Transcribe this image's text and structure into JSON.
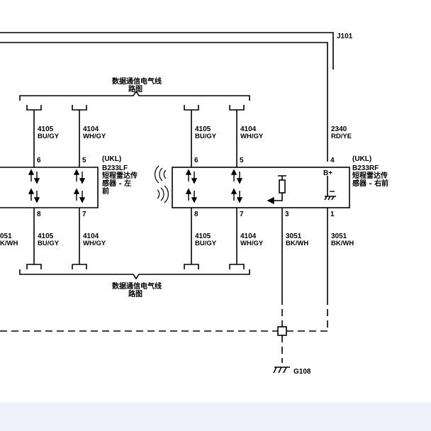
{
  "connector_top": "J101",
  "bus_label_line1": "数据通信电气线",
  "bus_label_line2": "路图",
  "left_module": {
    "ref": "B233LF",
    "tag": "(UKL)",
    "name_line1": "短程雷达传",
    "name_line2": "感器 - 左",
    "name_line3": "前"
  },
  "right_module": {
    "ref": "B233RF",
    "tag": "(UKL)",
    "name_line1": "短程雷达传",
    "name_line2": "感器 - 右前",
    "supply": "B+"
  },
  "wires": {
    "left_top_a": {
      "circuit": "4105",
      "color": "BU/GY",
      "pin": "6"
    },
    "left_top_b": {
      "circuit": "4104",
      "color": "WH/GY",
      "pin": "5"
    },
    "mid_top_a": {
      "circuit": "4105",
      "color": "BU/GY",
      "pin": "6"
    },
    "mid_top_b": {
      "circuit": "4104",
      "color": "WH/GY",
      "pin": "5"
    },
    "power": {
      "circuit": "2340",
      "color": "RD/YE",
      "pin": "4"
    },
    "left_bot_edge": {
      "circuit": "051",
      "color": "K/WH"
    },
    "left_bot_a": {
      "circuit": "4105",
      "color": "BU/GY",
      "pin": "8"
    },
    "left_bot_b": {
      "circuit": "4104",
      "color": "WH/GY",
      "pin": "7"
    },
    "mid_bot_a": {
      "circuit": "4105",
      "color": "BU/GY",
      "pin": "8"
    },
    "mid_bot_b": {
      "circuit": "4104",
      "color": "WH/GY",
      "pin": "7"
    },
    "ground_a": {
      "circuit": "3051",
      "color": "BK/WH",
      "pin": "3"
    },
    "ground_b": {
      "circuit": "3051",
      "color": "BK/WH",
      "pin": "1"
    }
  },
  "ground_ref": "G108"
}
